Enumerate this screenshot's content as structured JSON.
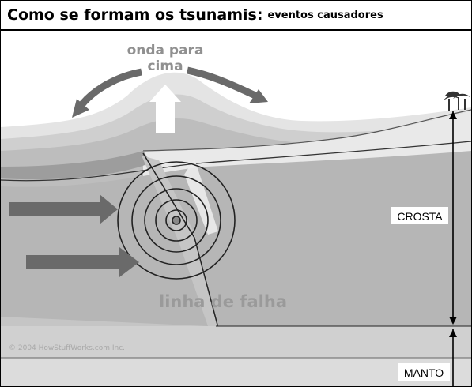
{
  "title": {
    "main": "Como se formam os tsunamis:",
    "sub": "eventos causadores"
  },
  "labels": {
    "wave_up": [
      "onda para",
      "cima"
    ],
    "fault_line": "linha de falha",
    "crust": "CROSTA",
    "mantle": "MANTO",
    "copyright": "© 2004 HowStuffWorks.com Inc."
  },
  "icons": [
    "palm-trees-icon",
    "up-arrow-icon",
    "left-curved-arrow-icon",
    "right-curved-arrow-icon",
    "plate-push-arrow-icon"
  ],
  "colors": {
    "sky": "#ffffff",
    "water_light": "#e2e2e2",
    "water_mid": "#c8c8c8",
    "crust": "#b8b8b8",
    "mantle": "#cfcfcf",
    "arrow": "#6a6a6a"
  }
}
